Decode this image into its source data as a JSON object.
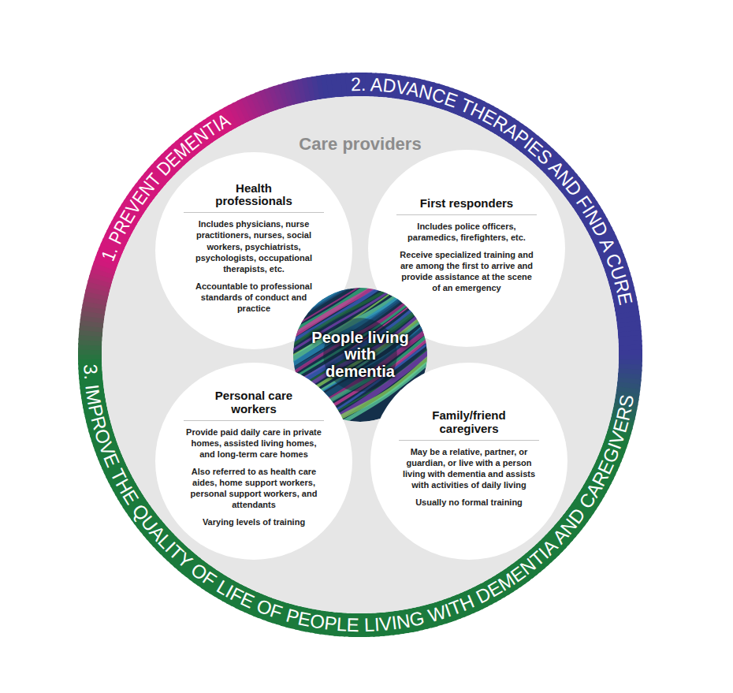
{
  "diagram": {
    "nodes": [
      {
        "text": [
          "Care providers"
        ]
      },
      {
        "text": [
          "Health professionals",
          "Includes physicians, nurse practitioners, nurses, social workers, psychiatrists, psychologists, occupational therapists, etc.",
          "Accountable to professional standards of conduct and practice"
        ],
        "in": 0
      },
      {
        "text": [
          "First responders",
          "Includes police officers, paramedics, firefighters, etc.",
          "Receive specialized training and are among the first to arrive and provide assistance at the scene of an emergency"
        ],
        "in": 0
      },
      {
        "text": [
          "People living with dementia"
        ],
        "in": 0
      },
      {
        "text": [
          "Personal care workers",
          "Provide paid daily care in private homes, assisted living homes, and long-term care homes",
          "Also referred to as health care aides, home support workers, personal support workers, and attendants",
          "Varying levels of training"
        ],
        "in": 0
      },
      {
        "text": [
          "Family/friend caregivers",
          "May be a relative, partner, or guardian, or live with a person living with dementia and assists with activities of daily living",
          "Usually no formal training"
        ],
        "in": 0
      }
    ],
    "labels": [
      "1. PREVENT DEMENTIA",
      "2. ADVANCE THERAPIES AND FIND A CURE",
      "3. IMPROVE THE QUALITY OF LIFE OF PEOPLE LIVING WITH DEMENTIA AND CAREGIVERS"
    ]
  }
}
